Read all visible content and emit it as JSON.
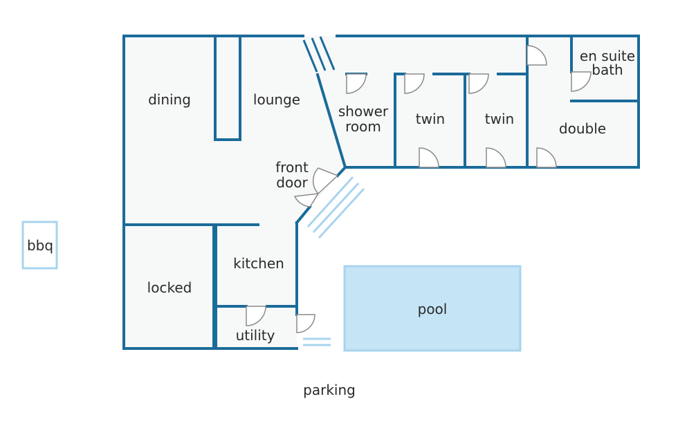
{
  "colors": {
    "wall": "#1a6b9a",
    "floor": "#f7f8f8",
    "outdoor_outline": "#a8d4ee",
    "pool_fill": "#c5e4f6",
    "door_swing": "#8a8a8a",
    "label": "#2a2a2a"
  },
  "rooms": {
    "dining": "dining",
    "lounge": "lounge",
    "shower_room_line1": "shower",
    "shower_room_line2": "room",
    "twin_1": "twin",
    "twin_2": "twin",
    "double": "double",
    "en_suite_line1": "en suite",
    "en_suite_line2": "bath",
    "front_door_line1": "front",
    "front_door_line2": "door",
    "kitchen": "kitchen",
    "locked": "locked",
    "utility": "utility"
  },
  "outdoor": {
    "bbq": "bbq",
    "pool": "pool",
    "parking": "parking"
  }
}
